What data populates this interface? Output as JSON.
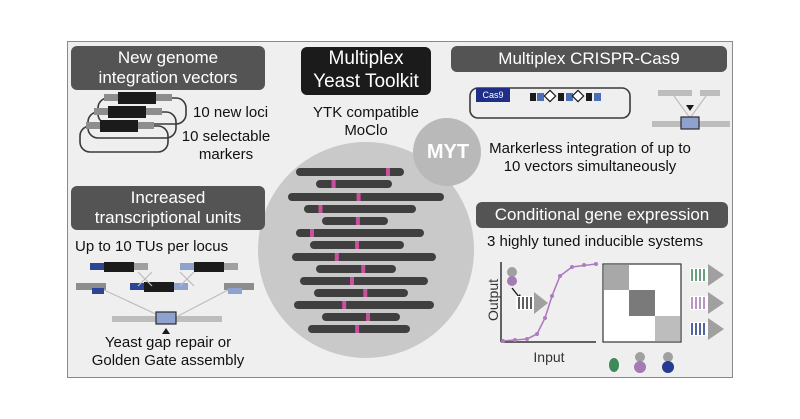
{
  "center": {
    "title_line1": "Multiplex",
    "title_line2": "Yeast Toolkit",
    "compat_line1": "YTK compatible",
    "compat_line2": "MoClo",
    "badge": "MYT"
  },
  "panel_integration": {
    "title_line1": "New genome",
    "title_line2": "integration vectors",
    "loci": "10 new loci",
    "markers_line1": "10 selectable",
    "markers_line2": "markers"
  },
  "panel_tu": {
    "title_line1": "Increased",
    "title_line2": "transcriptional units",
    "subtitle": "Up to 10 TUs per locus",
    "footer_line1": "Yeast gap repair or",
    "footer_line2": "Golden Gate assembly"
  },
  "panel_crispr": {
    "title": "Multiplex CRISPR-Cas9",
    "cas9_label": "Cas9",
    "desc_line1": "Markerless integration of up to",
    "desc_line2": "10 vectors simultaneously"
  },
  "panel_conditional": {
    "title": "Conditional gene expression",
    "subtitle": "3 highly tuned inducible systems",
    "ylabel": "Output",
    "xlabel": "Input"
  },
  "colors": {
    "pill": "#545454",
    "chromosome": "#3f3f3f",
    "centromere": "#c8509c",
    "cas9_box": "#1f2e86",
    "curve": "#b07abf",
    "green_cell": "#3f8a5a",
    "purple_cell": "#a57bb3",
    "blue_cell": "#253b8f"
  }
}
